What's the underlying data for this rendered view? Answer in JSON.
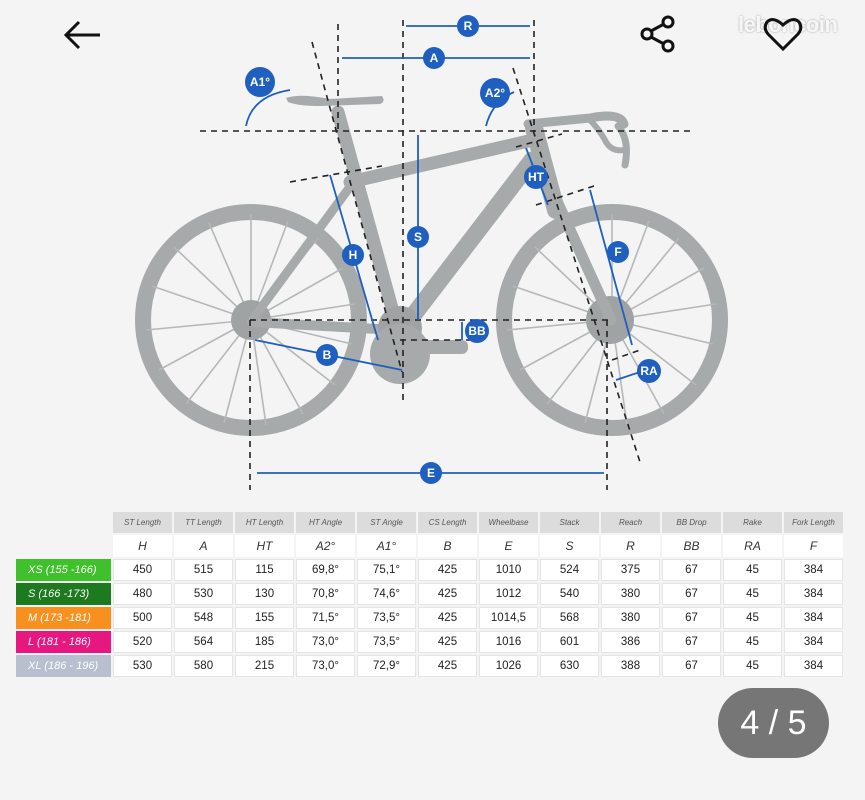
{
  "header": {
    "back_icon": "arrow-left-icon",
    "share_icon": "share-icon",
    "favorite_icon": "heart-icon",
    "watermark": "leboncoin"
  },
  "diagram": {
    "labels": {
      "R": "R",
      "A": "A",
      "A1": "A1°",
      "A2": "A2°",
      "HT": "HT",
      "S": "S",
      "H": "H",
      "F": "F",
      "BB": "BB",
      "B": "B",
      "RA": "RA",
      "E": "E"
    }
  },
  "table": {
    "headers": [
      "ST Length",
      "TT Length",
      "HT Length",
      "HT Angle",
      "ST Angle",
      "CS Length",
      "Wheelbase",
      "Stack",
      "Reach",
      "BB Drop",
      "Rake",
      "Fork Length"
    ],
    "codes": [
      "H",
      "A",
      "HT",
      "A2°",
      "A1°",
      "B",
      "E",
      "S",
      "R",
      "BB",
      "RA",
      "F"
    ],
    "rows": [
      {
        "size": "XS (155 -166)",
        "color": "#3ec12b",
        "values": [
          "450",
          "515",
          "115",
          "69,8°",
          "75,1°",
          "425",
          "1010",
          "524",
          "375",
          "67",
          "45",
          "384"
        ]
      },
      {
        "size": "S (166 -173)",
        "color": "#1e7a1e",
        "values": [
          "480",
          "530",
          "130",
          "70,8°",
          "74,6°",
          "425",
          "1012",
          "540",
          "380",
          "67",
          "45",
          "384"
        ]
      },
      {
        "size": "M (173 -181)",
        "color": "#f7901e",
        "values": [
          "500",
          "548",
          "155",
          "71,5°",
          "73,5°",
          "425",
          "1014,5",
          "568",
          "380",
          "67",
          "45",
          "384"
        ]
      },
      {
        "size": "L (181 - 186)",
        "color": "#e6177f",
        "values": [
          "520",
          "564",
          "185",
          "73,0°",
          "73,5°",
          "425",
          "1016",
          "601",
          "386",
          "67",
          "45",
          "384"
        ]
      },
      {
        "size": "XL (186 - 196)",
        "color": "#b9bfcf",
        "values": [
          "530",
          "580",
          "215",
          "73,0°",
          "72,9°",
          "425",
          "1026",
          "630",
          "388",
          "67",
          "45",
          "384"
        ]
      }
    ]
  },
  "pager": {
    "text": "4 / 5"
  },
  "colors": {
    "accent": "#1f5fbf",
    "bike": "#a7aaab",
    "background": "#f4f4f4"
  }
}
